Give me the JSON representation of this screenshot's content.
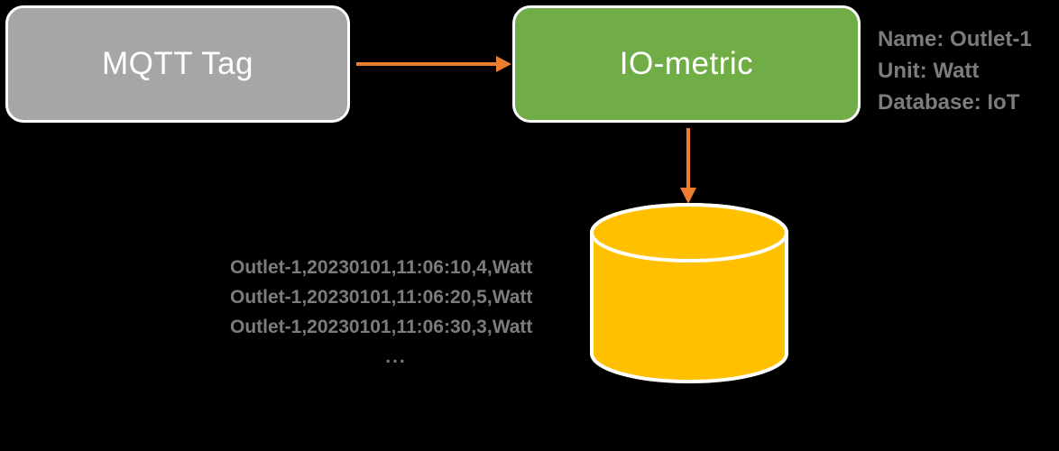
{
  "diagram": {
    "nodes": [
      {
        "id": "mqtt-tag",
        "label": "MQTT Tag"
      },
      {
        "id": "io-metric",
        "label": "IO-metric"
      }
    ],
    "connections": [
      {
        "from": "mqtt-tag",
        "to": "io-metric",
        "direction": "right"
      },
      {
        "from": "io-metric",
        "to": "database",
        "direction": "down"
      }
    ],
    "metric_properties": {
      "lines": [
        "Name: Outlet-1",
        "Unit: Watt",
        "Database: IoT"
      ]
    },
    "data_records": {
      "lines": [
        "Outlet-1,20230101,11:06:10,4,Watt",
        "Outlet-1,20230101,11:06:20,5,Watt",
        "Outlet-1,20230101,11:06:30,3,Watt"
      ],
      "ellipsis": "..."
    },
    "icons": {
      "database": "database-cylinder-icon",
      "right_arrow": "right-arrow-icon",
      "down_arrow": "down-arrow-icon"
    }
  },
  "colors": {
    "background": "#000000",
    "node_gray": "#A6A6A6",
    "node_green": "#70AD47",
    "cylinder_yellow": "#FFC000",
    "arrow_orange": "#ED7D31",
    "text_gray": "#7C7C7C",
    "outline_white": "#FFFFFF",
    "node_label_white": "#FFFFFF"
  }
}
